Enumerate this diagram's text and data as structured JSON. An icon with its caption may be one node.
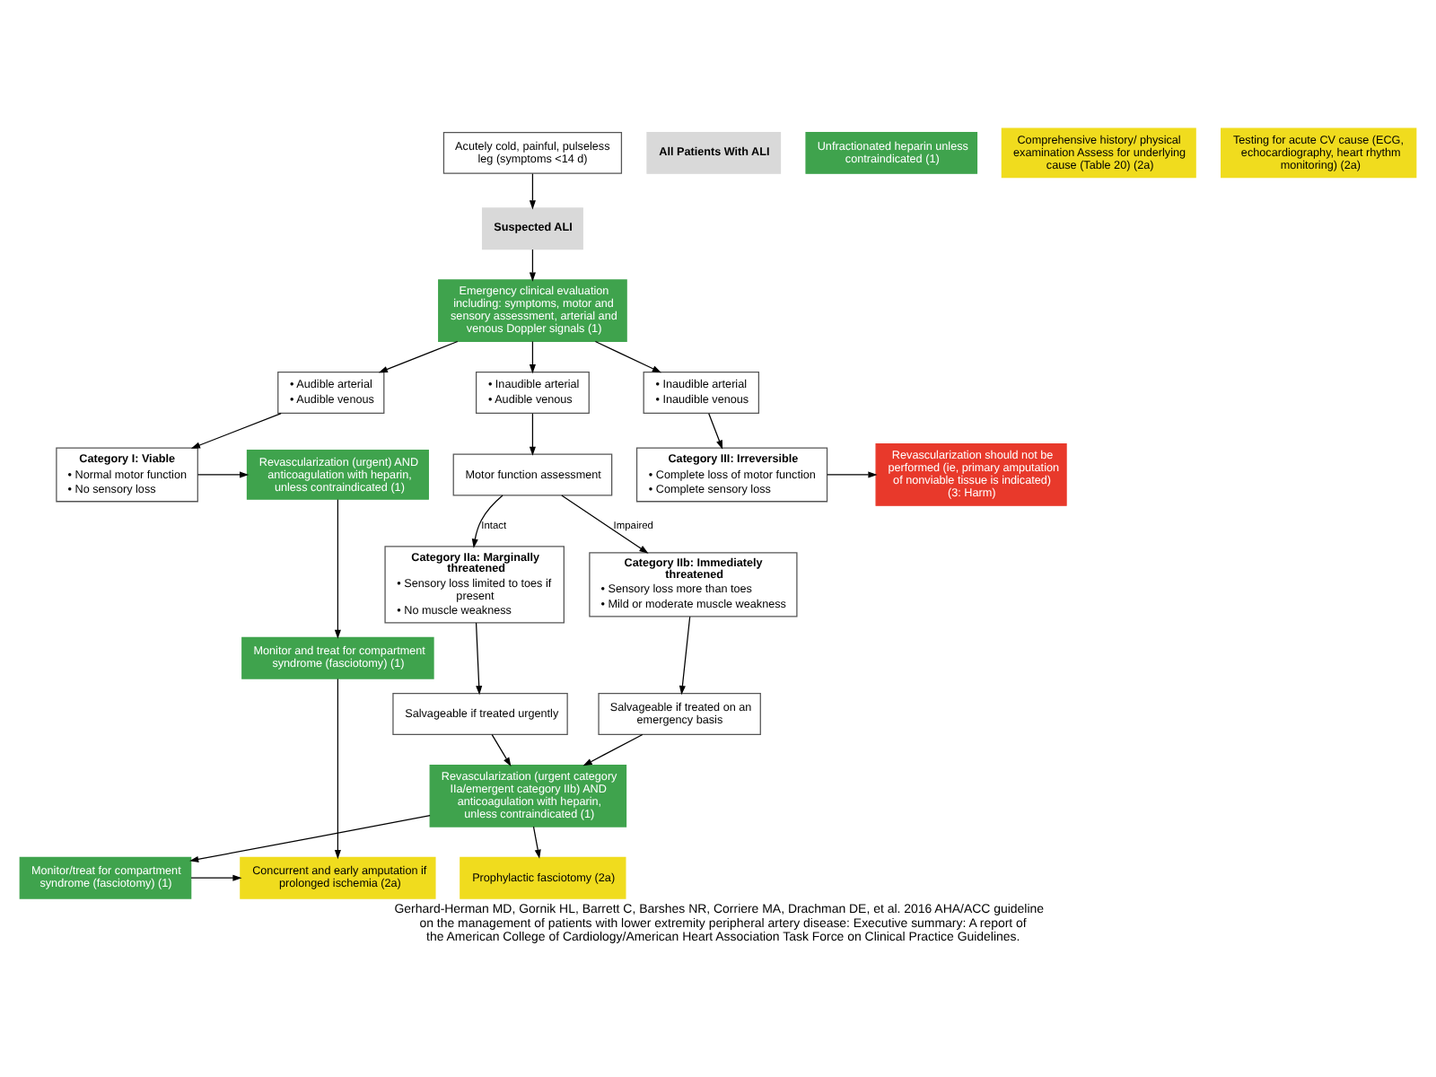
{
  "diagram": {
    "caption": "Gerhard-Herman MD, Gornik HL, Barrett C, Barshes NR, Corriere MA, Drachman DE, et al. 2016 AHA/ACC guideline on the management of patients with lower extremity peripheral artery disease: Executive summary: A report of the American College of Cardiology/American Heart Association Task Force on Clinical Practice Guidelines.",
    "nodes": [
      {
        "text": [
          "Acutely cold, painful, pulseless leg (symptoms <14 d)"
        ]
      },
      {
        "text": [
          "Suspected ALI"
        ]
      },
      {
        "text": [
          "Emergency clinical evaluation including: symptoms, motor and sensory assessment, arterial and venous Doppler signals (1)"
        ]
      },
      {
        "text": [
          "• Audible arterial",
          "• Audible venous"
        ]
      },
      {
        "text": [
          "• Inaudible arterial",
          "• Audible venous"
        ]
      },
      {
        "text": [
          "• Inaudible arterial",
          "• Inaudible venous"
        ]
      },
      {
        "text": [
          "Category I: Viable",
          "• Normal motor function",
          "• No sensory loss"
        ]
      },
      {
        "text": [
          "Motor function assessment"
        ]
      },
      {
        "text": [
          "Category III: Irreversible",
          "• Complete loss of motor function",
          "• Complete sensory loss"
        ]
      },
      {
        "text": [
          "Revascularization (urgent) AND anticoagulation with heparin, unless contraindicated (1)"
        ]
      },
      {
        "text": [
          "Revascularization should not be performed (ie, primary amputation of nonviable tissue is indicated) (3: Harm)"
        ]
      },
      {
        "text": [
          "Monitor and treat for compartment syndrome (fasciotomy) (1)"
        ]
      },
      {
        "text": [
          "Category IIa: Marginally threatened",
          "• Sensory loss limited to toes if present",
          "• No muscle weakness"
        ]
      },
      {
        "text": [
          "Category IIb: Immediately threatened",
          "• Sensory loss more than toes",
          "• Mild or moderate muscle weakness"
        ]
      },
      {
        "text": [
          "Salvageable if treated urgently"
        ]
      },
      {
        "text": [
          "Salvageable if treated on an emergency basis"
        ]
      },
      {
        "text": [
          "Revascularization (urgent category IIa/emergent category IIb) AND anticoagulation with heparin, unless contraindicated (1)"
        ]
      },
      {
        "text": [
          "Concurrent and early amputation if prolonged ischemia (2a)"
        ]
      },
      {
        "text": [
          "Monitor/treat for compartment syndrome (fasciotomy) (1)"
        ]
      },
      {
        "text": [
          "Prophylactic fasciotomy (2a)"
        ]
      },
      {
        "text": [
          "All Patients With ALI"
        ]
      },
      {
        "text": [
          "Unfractionated heparin unless contraindicated (1)"
        ]
      },
      {
        "text": [
          "Comprehensive history/ physical examination Assess for underlying cause (Table 20) (2a)"
        ]
      },
      {
        "text": [
          "Testing for acute CV cause (ECG, echocardiography, heart rhythm monitoring) (2a)"
        ]
      }
    ],
    "edges": [
      {
        "from": 0,
        "to": 1,
        "arrow": "to"
      },
      {
        "from": 1,
        "to": 2,
        "arrow": "to"
      },
      {
        "from": 2,
        "to": 3,
        "arrow": "to"
      },
      {
        "from": 2,
        "to": 4,
        "arrow": "to"
      },
      {
        "from": 2,
        "to": 5,
        "arrow": "to"
      },
      {
        "from": 3,
        "to": 6,
        "arrow": "to"
      },
      {
        "from": 4,
        "to": 7,
        "arrow": "to"
      },
      {
        "from": 5,
        "to": 8,
        "arrow": "to"
      },
      {
        "from": 6,
        "to": 9,
        "arrow": "to"
      },
      {
        "from": 8,
        "to": 10,
        "arrow": "to"
      },
      {
        "from": 9,
        "to": 11,
        "arrow": "to"
      },
      {
        "from": 11,
        "to": 17,
        "arrow": "to"
      },
      {
        "from": 7,
        "to": 12,
        "arrow": "to",
        "label": "Intact"
      },
      {
        "from": 7,
        "to": 13,
        "arrow": "to",
        "label": "Impaired"
      },
      {
        "from": 12,
        "to": 14,
        "arrow": "to"
      },
      {
        "from": 13,
        "to": 15,
        "arrow": "to"
      },
      {
        "from": 14,
        "to": 16,
        "arrow": "to"
      },
      {
        "from": 15,
        "to": 16,
        "arrow": "to"
      },
      {
        "from": 16,
        "to": 18,
        "arrow": "to"
      },
      {
        "from": 16,
        "to": 19,
        "arrow": "to"
      },
      {
        "from": 18,
        "to": 17,
        "arrow": "to"
      }
    ]
  }
}
